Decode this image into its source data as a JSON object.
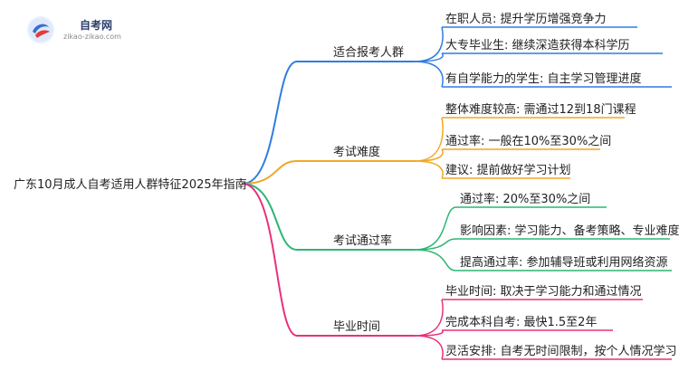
{
  "logo": {
    "title": "自考网",
    "url": "zikao-zikao.com"
  },
  "root": {
    "label": "广东10月成人自考适用人群特征2025年指南"
  },
  "branches": [
    {
      "label": "适合报考人群",
      "color": "#2f7de1",
      "children": [
        "在职人员: 提升学历增强竞争力",
        "大专毕业生: 继续深造获得本科学历",
        "有自学能力的学生: 自主学习管理进度"
      ]
    },
    {
      "label": "考试难度",
      "color": "#f0a722",
      "children": [
        "整体难度较高: 需通过12到18门课程",
        "通过率: 一般在10%至30%之间",
        "建议: 提前做好学习计划"
      ]
    },
    {
      "label": "考试通过率",
      "color": "#2bb673",
      "children": [
        "通过率: 20%至30%之间",
        "影响因素: 学习能力、备考策略、专业难度",
        "提高通过率: 参加辅导班或利用网络资源"
      ]
    },
    {
      "label": "毕业时间",
      "color": "#e8317a",
      "children": [
        "毕业时间: 取决于学习能力和通过情况",
        "完成本科自考: 最快1.5至2年",
        "灵活安排: 自考无时间限制，按个人情况学习"
      ]
    }
  ]
}
